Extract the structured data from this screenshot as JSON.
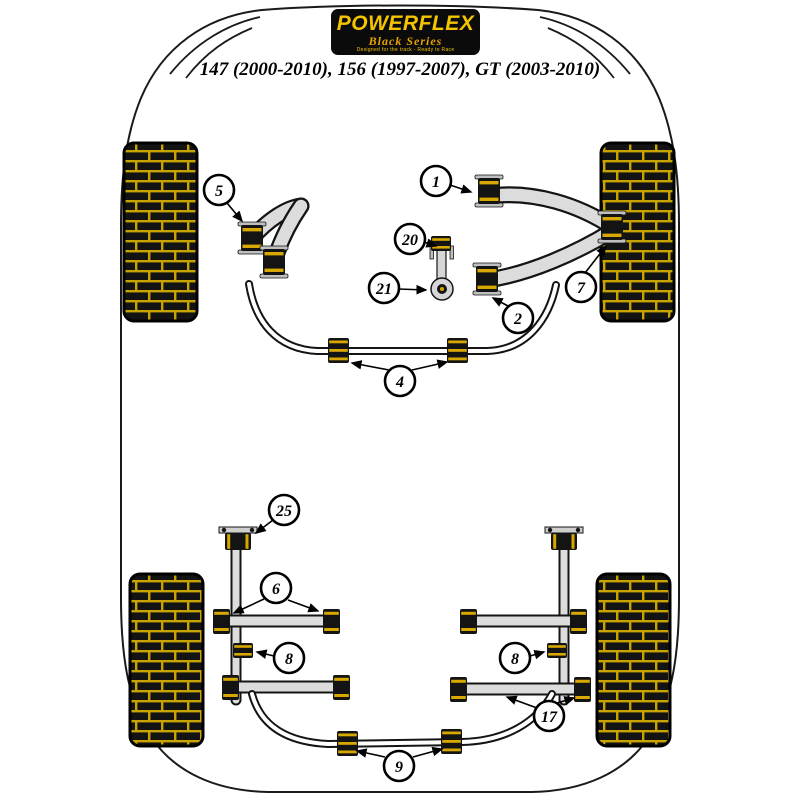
{
  "header": {
    "logo": {
      "brand": "POWERFLEX",
      "series": "Black Series",
      "tagline": "Designed for the track - Ready to Race"
    },
    "title": "147 (2000-2010), 156 (1997-2007), GT (2003-2010)"
  },
  "colors": {
    "brand_yellow": "#F5C400",
    "tread_yellow": "#C9A400",
    "part_black": "#141414",
    "background": "#FFFFFF"
  },
  "callouts": [
    {
      "label": "1"
    },
    {
      "label": "2"
    },
    {
      "label": "4"
    },
    {
      "label": "5"
    },
    {
      "label": "6"
    },
    {
      "label": "7"
    },
    {
      "label": "8"
    },
    {
      "label": "8"
    },
    {
      "label": "9"
    },
    {
      "label": "17"
    },
    {
      "label": "20"
    },
    {
      "label": "21"
    },
    {
      "label": "25"
    }
  ]
}
